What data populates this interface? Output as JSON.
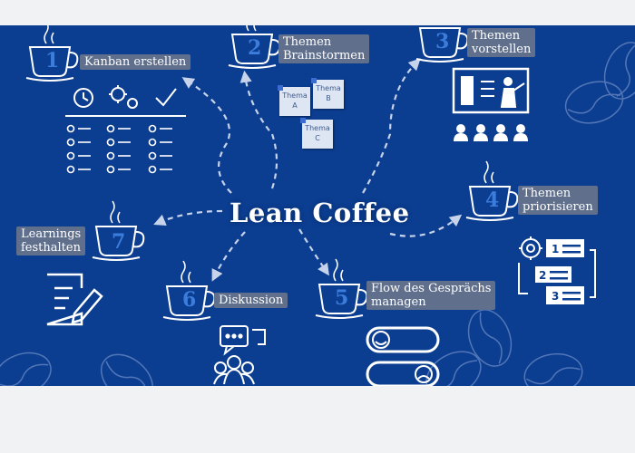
{
  "title": "Lean Coffee",
  "steps": [
    {
      "number": "1",
      "label": "Kanban erstellen"
    },
    {
      "number": "2",
      "label_lines": [
        "Themen",
        "Brainstormen"
      ]
    },
    {
      "number": "3",
      "label_lines": [
        "Themen",
        "vorstellen"
      ]
    },
    {
      "number": "4",
      "label_lines": [
        "Themen",
        "priorisieren"
      ]
    },
    {
      "number": "5",
      "label_lines": [
        "Flow des Gesprächs",
        "managen"
      ]
    },
    {
      "number": "6",
      "label": "Diskussion"
    },
    {
      "number": "7",
      "label_lines": [
        "Learnings",
        "festhalten"
      ]
    }
  ],
  "notes": [
    {
      "line1": "Thema",
      "line2": "A"
    },
    {
      "line1": "Thema",
      "line2": "B"
    },
    {
      "line1": "Thema",
      "line2": "C"
    }
  ],
  "priority_list_numbers": [
    "1",
    "2",
    "3"
  ],
  "colors": {
    "background": "#0b3d91",
    "label_bg": "#5f6f8c",
    "number": "#3b7ddd",
    "lines": "#c7d3ea"
  },
  "icons": [
    "coffee-cup-icon",
    "clock-icon",
    "gears-icon",
    "checkmark-icon",
    "presentation-icon",
    "people-icon",
    "priority-list-icon",
    "chat-group-icon",
    "emoji-toggle-icon",
    "notepad-pen-icon",
    "coffee-bean-icon"
  ]
}
